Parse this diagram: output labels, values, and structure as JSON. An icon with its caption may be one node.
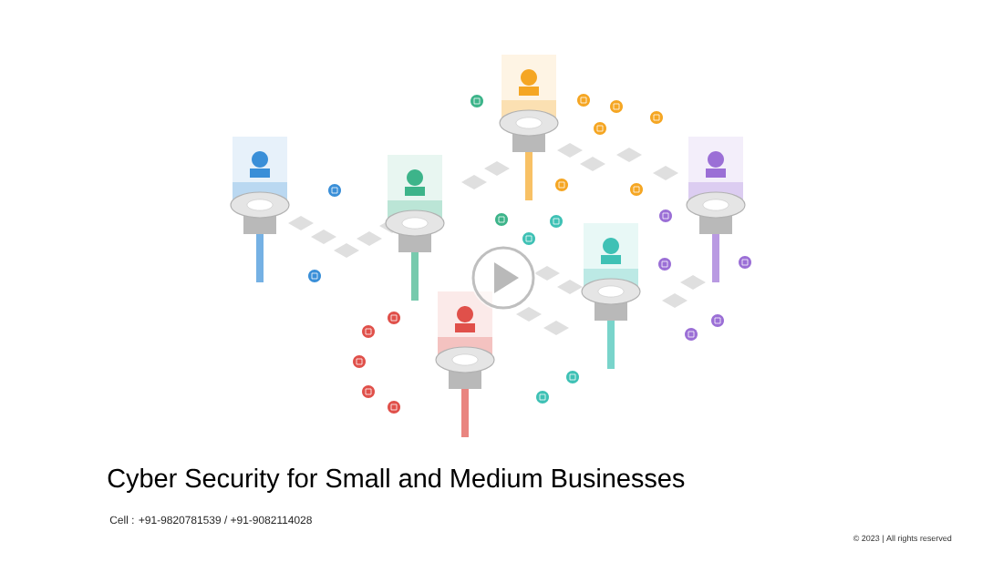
{
  "diagram": {
    "title": "Cyber Security for Small and Medium Businesses",
    "labels": [
      "Cell : +91-9820781539  / +91-9082114028",
      "© 2023 | All rights reserved"
    ]
  }
}
